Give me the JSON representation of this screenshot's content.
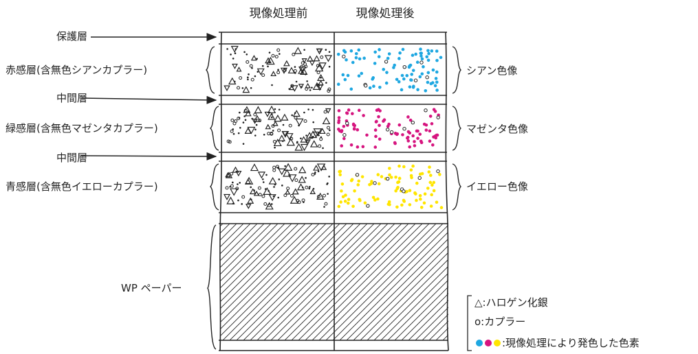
{
  "headers": {
    "before": "現像処理前",
    "after": "現像処理後"
  },
  "left_labels": {
    "protective": "保護層",
    "red_layer": "赤感層(含無色シアンカプラー)",
    "middle1": "中間層",
    "green_layer": "緑感層(含無色マゼンタカプラー)",
    "middle2": "中間層",
    "blue_layer": "青感層(含無色イエローカプラー)",
    "paper": "WP ペーパー"
  },
  "right_labels": {
    "cyan": "シアン色像",
    "magenta": "マゼンタ色像",
    "yellow": "イエロー色像"
  },
  "legend": {
    "silver_halide": "△:ハロゲン化銀",
    "coupler": "o:カプラー",
    "dyes": ":現像処理により発色した色素"
  },
  "colors": {
    "cyan": "#1ea7e1",
    "magenta": "#d6157f",
    "yellow": "#ffe500",
    "line": "#222222"
  },
  "icons": {
    "triangle": "triangle-marker-icon",
    "circle": "circle-marker-icon",
    "dot": "filled-dot-icon"
  }
}
